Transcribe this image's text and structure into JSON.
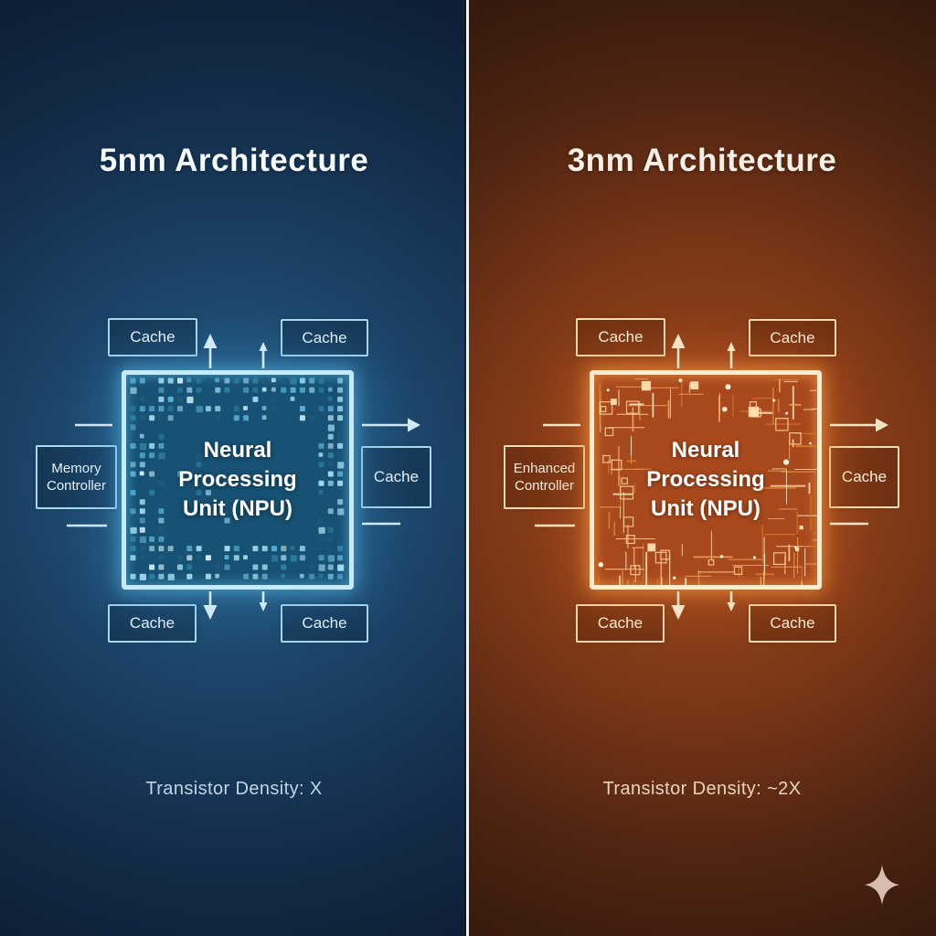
{
  "panels": [
    {
      "title": "5nm Architecture",
      "npu": {
        "line1": "Neural",
        "line2": "Processing",
        "line3": "Unit (NPU)"
      },
      "controller": {
        "line1": "Memory",
        "line2": "Controller"
      },
      "caches": {
        "top_left": "Cache",
        "top_right": "Cache",
        "right": "Cache",
        "bottom_left": "Cache",
        "bottom_right": "Cache"
      },
      "caption": "Transistor Density: X",
      "pattern": "transistor-dot-matrix",
      "theme": {
        "accent": "#9fdbee",
        "npu_border": "#c6ebf8",
        "npu_fill": "#175173",
        "glow": "#5fc0ea",
        "background_center": "#27648c",
        "background_edge": "#0e1f36",
        "dot_colors": [
          "#d4f1fa",
          "#9fdbee",
          "#58b1d3",
          "#2d7fa0",
          "#1d5a78",
          "#8fd0e6"
        ]
      }
    },
    {
      "title": "3nm Architecture",
      "npu": {
        "line1": "Neural",
        "line2": "Processing",
        "line3": "Unit (NPU)"
      },
      "controller": {
        "line1": "Enhanced",
        "line2": "Controller"
      },
      "caches": {
        "top_left": "Cache",
        "top_right": "Cache",
        "right": "Cache",
        "bottom_left": "Cache",
        "bottom_right": "Cache"
      },
      "caption": "Transistor Density: ~2X",
      "pattern": "circuit-traces",
      "theme": {
        "accent": "#ffcf96",
        "npu_border": "#fbeccb",
        "npu_fill": "#a8491d",
        "glow": "#ff9a3d",
        "background_center": "#a04a1e",
        "background_edge": "#371a0e",
        "trace_colors": [
          "#f2a159",
          "#ffcf96",
          "#dd7c2f",
          "#ffe8c0",
          "#fff3da"
        ]
      }
    }
  ],
  "footer": {
    "sparkle_icon": "sparkle",
    "sparkle_color": "#d7bdb0"
  }
}
